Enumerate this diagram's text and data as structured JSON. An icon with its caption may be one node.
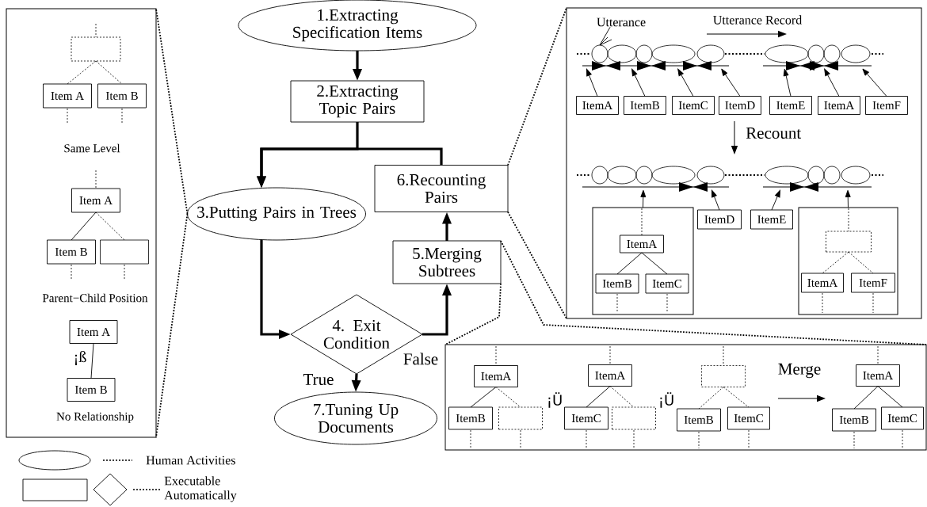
{
  "diagram": {
    "nodes": [
      {
        "text": [
          "1.Extracting Specification Items"
        ]
      },
      {
        "text": [
          "2.Extracting Topic Pairs"
        ]
      },
      {
        "text": [
          "3.Putting Pairs in Trees"
        ]
      },
      {
        "text": [
          "4. Exit Condition"
        ]
      },
      {
        "text": [
          "5.Merging Subtrees"
        ]
      },
      {
        "text": [
          "6.Recounting Pairs"
        ]
      },
      {
        "text": [
          "7.Tuning Up Documents"
        ]
      },
      {
        "text": [],
        "shape": "box"
      },
      {
        "text": [],
        "shape": "box",
        "in": 7
      },
      {
        "text": [
          "Item A"
        ],
        "in": 7
      },
      {
        "text": [
          "Item B"
        ],
        "in": 7
      },
      {
        "text": [
          "Item A"
        ],
        "in": 7
      },
      {
        "text": [
          "Item B"
        ],
        "in": 7
      },
      {
        "text": [],
        "shape": "box",
        "in": 7
      },
      {
        "text": [
          "Item A"
        ],
        "in": 7
      },
      {
        "text": [
          "Item B"
        ],
        "in": 7
      },
      {
        "text": [],
        "shape": "box"
      },
      {
        "text": [
          "Utterance"
        ],
        "in": 16
      },
      {
        "text": [
          "ItemA"
        ],
        "in": 16
      },
      {
        "text": [
          "ItemB"
        ],
        "in": 16
      },
      {
        "text": [
          "ItemC"
        ],
        "in": 16
      },
      {
        "text": [
          "ItemD"
        ],
        "in": 16
      },
      {
        "text": [
          "ItemE"
        ],
        "in": 16
      },
      {
        "text": [
          "ItemA"
        ],
        "in": 16
      },
      {
        "text": [
          "ItemF"
        ],
        "in": 16
      },
      {
        "text": [],
        "shape": "box",
        "in": 16
      },
      {
        "text": [
          "ItemA"
        ],
        "in": 25
      },
      {
        "text": [
          "ItemB"
        ],
        "in": 25
      },
      {
        "text": [
          "ItemC"
        ],
        "in": 25
      },
      {
        "text": [
          "ItemD"
        ],
        "in": 16
      },
      {
        "text": [
          "ItemE"
        ],
        "in": 16
      },
      {
        "text": [],
        "shape": "box",
        "in": 16
      },
      {
        "text": [],
        "shape": "box",
        "in": 31
      },
      {
        "text": [
          "ItemA"
        ],
        "in": 31
      },
      {
        "text": [
          "ItemF"
        ],
        "in": 31
      },
      {
        "text": [],
        "shape": "box"
      },
      {
        "text": [
          "ItemA"
        ],
        "in": 35
      },
      {
        "text": [
          "ItemB"
        ],
        "in": 35
      },
      {
        "text": [],
        "shape": "box",
        "in": 35
      },
      {
        "text": [
          "ItemA"
        ],
        "in": 35
      },
      {
        "text": [
          "ItemC"
        ],
        "in": 35
      },
      {
        "text": [],
        "shape": "box",
        "in": 35
      },
      {
        "text": [],
        "shape": "box",
        "in": 35
      },
      {
        "text": [
          "ItemB"
        ],
        "in": 35
      },
      {
        "text": [
          "ItemC"
        ],
        "in": 35
      },
      {
        "text": [
          "ItemA"
        ],
        "in": 35
      },
      {
        "text": [
          "ItemB"
        ],
        "in": 35
      },
      {
        "text": [
          "ItemC"
        ],
        "in": 35
      },
      {
        "text": [],
        "shape": "picture",
        "in": 16
      },
      {
        "text": [],
        "shape": "picture",
        "in": 16
      }
    ],
    "edges": [
      {
        "from": 0,
        "to": 1,
        "arrow": "to",
        "style": "thick"
      },
      {
        "from": 1,
        "to": 2,
        "arrow": "to",
        "style": "thick"
      },
      {
        "from": 5,
        "to": 2,
        "arrow": "to",
        "style": "thick"
      },
      {
        "from": 2,
        "to": 3,
        "arrow": "to",
        "style": "thick"
      },
      {
        "from": 3,
        "to": 4,
        "arrow": "to",
        "style": "thick",
        "label": "False"
      },
      {
        "from": 4,
        "to": 5,
        "arrow": "to",
        "style": "thick"
      },
      {
        "from": 3,
        "to": 6,
        "arrow": "to",
        "style": "thick",
        "label": "True"
      },
      {
        "from": 2,
        "to": 7,
        "arrow": "none",
        "style": "dashed"
      },
      {
        "from": 2,
        "to": 7,
        "arrow": "none",
        "style": "dashed"
      },
      {
        "from": 5,
        "to": 16,
        "arrow": "none",
        "style": "dashed"
      },
      {
        "from": 5,
        "to": 16,
        "arrow": "none",
        "style": "dashed"
      },
      {
        "from": 4,
        "to": 35,
        "arrow": "none",
        "style": "dashed"
      },
      {
        "from": 4,
        "to": 35,
        "arrow": "none",
        "style": "dashed"
      },
      {
        "from": 8,
        "to": 9,
        "arrow": "none",
        "style": "dashed"
      },
      {
        "from": 8,
        "to": 10,
        "arrow": "none",
        "style": "dashed"
      },
      {
        "from": 11,
        "to": 12,
        "arrow": "none"
      },
      {
        "from": 11,
        "to": 13,
        "arrow": "none",
        "style": "dashed"
      },
      {
        "from": 14,
        "to": 15,
        "arrow": "none",
        "label": "¡ß"
      },
      {
        "from": 17,
        "to": 48,
        "arrow": "none"
      },
      {
        "from": 18,
        "to": 48,
        "arrow": "to"
      },
      {
        "from": 19,
        "to": 48,
        "arrow": "to"
      },
      {
        "from": 20,
        "to": 48,
        "arrow": "to"
      },
      {
        "from": 21,
        "to": 48,
        "arrow": "to"
      },
      {
        "from": 22,
        "to": 48,
        "arrow": "to"
      },
      {
        "from": 23,
        "to": 48,
        "arrow": "to"
      },
      {
        "from": 24,
        "to": 48,
        "arrow": "to"
      },
      {
        "from": 26,
        "to": 27,
        "arrow": "none"
      },
      {
        "from": 26,
        "to": 28,
        "arrow": "none"
      },
      {
        "from": 25,
        "to": 49,
        "arrow": "to"
      },
      {
        "from": 29,
        "to": 49,
        "arrow": "to"
      },
      {
        "from": 30,
        "to": 49,
        "arrow": "to"
      },
      {
        "from": 31,
        "to": 49,
        "arrow": "to"
      },
      {
        "from": 32,
        "to": 33,
        "arrow": "none",
        "style": "dashed"
      },
      {
        "from": 32,
        "to": 34,
        "arrow": "none",
        "style": "dashed"
      },
      {
        "from": 36,
        "to": 37,
        "arrow": "none"
      },
      {
        "from": 36,
        "to": 38,
        "arrow": "none",
        "style": "dashed"
      },
      {
        "from": 39,
        "to": 40,
        "arrow": "none"
      },
      {
        "from": 39,
        "to": 41,
        "arrow": "none",
        "style": "dashed"
      },
      {
        "from": 42,
        "to": 43,
        "arrow": "none",
        "style": "dashed"
      },
      {
        "from": 42,
        "to": 44,
        "arrow": "none",
        "style": "dashed"
      },
      {
        "from": 45,
        "to": 46,
        "arrow": "none"
      },
      {
        "from": 45,
        "to": 47,
        "arrow": "none"
      }
    ],
    "labels": [
      "Same Level",
      "Parent−Child Position",
      "No Relationship",
      "Utterance Record",
      "Recount",
      "¡Ü",
      "¡Ü",
      "Merge"
    ],
    "legend": [
      {
        "text": "Human Activities"
      },
      {
        "text": "Executable Automatically"
      }
    ]
  }
}
